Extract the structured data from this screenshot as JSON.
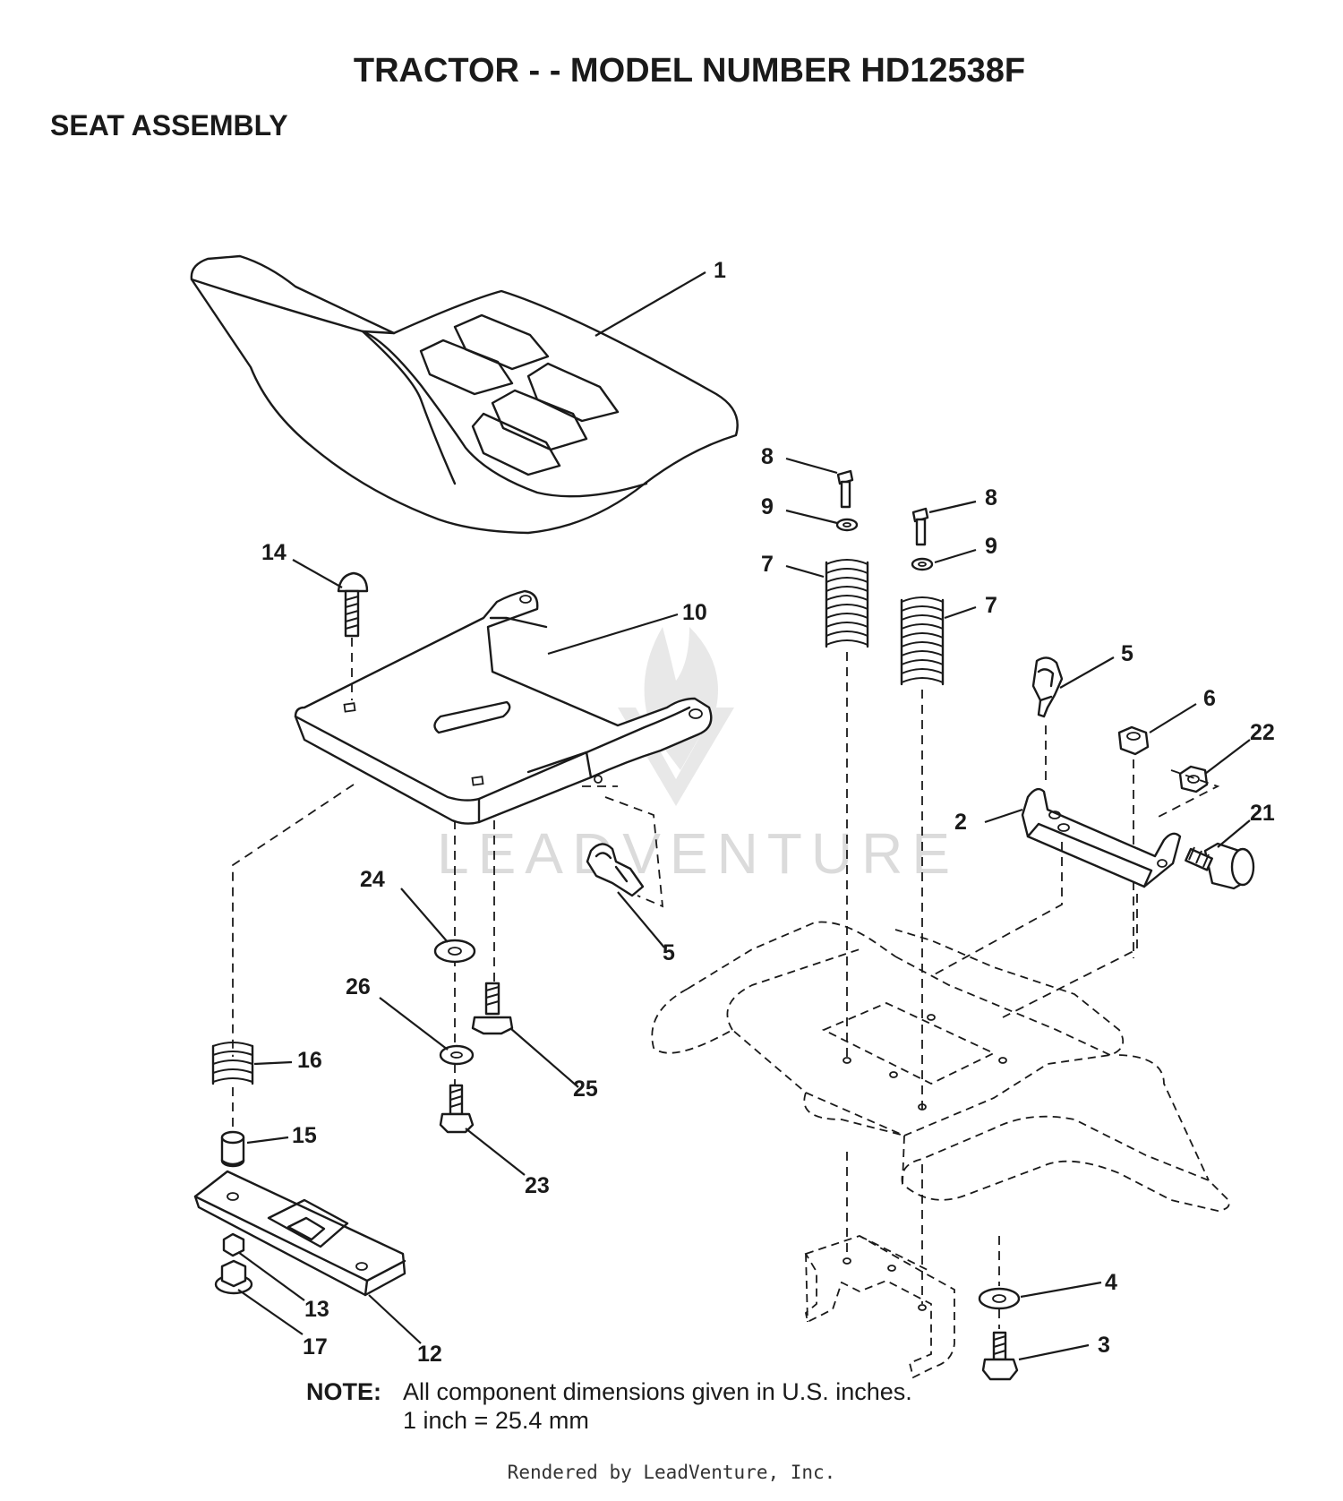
{
  "header": {
    "title": "TRACTOR - - MODEL NUMBER HD12538F",
    "subtitle": "SEAT ASSEMBLY"
  },
  "watermark": "LEADVENTURE",
  "callouts": {
    "c1": "1",
    "c2": "2",
    "c3": "3",
    "c4": "4",
    "c5a": "5",
    "c5b": "5",
    "c6": "6",
    "c7a": "7",
    "c7b": "7",
    "c8a": "8",
    "c8b": "8",
    "c9a": "9",
    "c9b": "9",
    "c10": "10",
    "c12": "12",
    "c13": "13",
    "c14": "14",
    "c15": "15",
    "c16": "16",
    "c17": "17",
    "c21": "21",
    "c22": "22",
    "c23": "23",
    "c24": "24",
    "c25": "25",
    "c26": "26"
  },
  "note": {
    "label": "NOTE:",
    "line1": "All component dimensions given in U.S. inches.",
    "line2": "1 inch = 25.4 mm"
  },
  "footer": {
    "credit": "Rendered by LeadVenture, Inc."
  }
}
